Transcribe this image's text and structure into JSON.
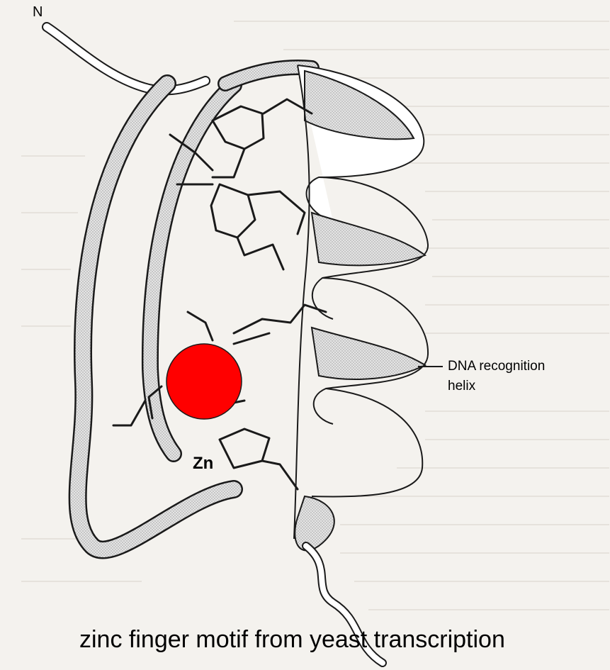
{
  "labels": {
    "n_terminus": "N",
    "dna_recognition_line1": "DNA recognition",
    "dna_recognition_line2": "helix",
    "zn": "Zn"
  },
  "caption": "zinc finger motif from yeast transcription",
  "colors": {
    "zinc_atom": "#ff0000",
    "ribbon_shade": "#d9d9d9",
    "page_tint": "#f2f0ec",
    "line": "#1a1a1a"
  }
}
